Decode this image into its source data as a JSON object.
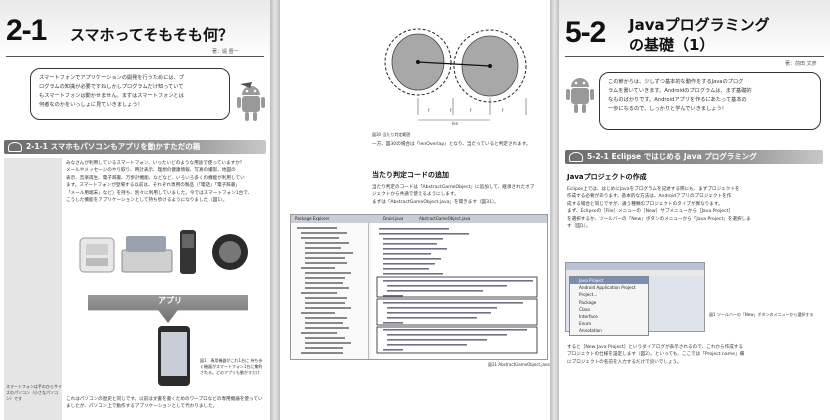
{
  "left_page": {
    "chapter_number": "2-1",
    "chapter_title": "スマホってそもそも何？",
    "author": "著：堀 晋一",
    "intro_lines": [
      "スマートフォンでアプリケーションの開発を行うためには、プ",
      "ログラムの知識が必要ですねしかしプログラムだけ知っていて",
      "もスマートフォンは動かせません。まずはスマートフォンとは",
      "何者なのかをいっしょに見ていきましょう！"
    ],
    "section_title": "2-1-1 スマホもパソコンもアプリを動かすただの箱",
    "body_lines": [
      "みなさんが利用しているスマートフォン、いったいどのような用途で使っていますか？",
      "メールやメッセージのやり取り、時計表示、理想の健康情報、写真の撮影、地図の",
      "表示、音楽再生、電子辞書、万歩計機能、などなど、いろいろ多くの機能が利用してい",
      "ます。スマートフォンが登場する以前は、それぞれ専用の製品（「電話」「電子辞書」",
      "「メール用端末」など）を持ち、別々に利用していました。今ではスマートフォン1台で、",
      "こうした機能をアプリケーションとして持ち歩けるようになりました（図1）。"
    ],
    "arrow_label": "アプリ",
    "fig_caption": "図1　専用機器がこれ1台に 持ち歩く機器がスマートフォン1台に集約される。どのアプリも動かすだけ",
    "side_note": "スマートフォンは手のひらサイズのパソコン（小さなパソコン）です",
    "bottom_line": "これはパソコンの歴史と同じです。以前は文書を書くためのワープロなどの専用機器を使っていましたが、パソコン上で動作するアプリケーションとして代わりました。"
  },
  "middle_page": {
    "dim_labels": [
      "f",
      "f",
      "f",
      "f"
    ],
    "len_label": "len",
    "fig_caption": "図30 当たり判定範囲",
    "body_line": "一方、図30の場合は「lenOverlap」となり、当たっていると判定されます。",
    "section_title": "当たり判定コードの追加",
    "body_lines2": [
      "当たり判定のコードは「AbstractGameObject」に追加して、継承されたオブ",
      "ジェクトから共通で使えるようにします。",
      "まずは「AbstractGameObject.java」を開きます（図31）。"
    ],
    "ide_tabs": [
      "Package Explorer",
      "Droid.java",
      "AbstractGameObject.java"
    ],
    "ide_caption": "図31 AbstractGameObject.java"
  },
  "right_page": {
    "chapter_number": "5-2",
    "chapter_title_line1": "Javaプログラミング",
    "chapter_title_line2": "の基礎（1）",
    "author": "著：前田 文彦",
    "intro_lines": [
      "この節からは、少しずつ基本的な動作をするJavaのプログ",
      "ラムを書いていきます。Androidのプログラムは、まず基礎的",
      "なものばかりです。Androidアプリを作るにあたって基本の",
      "一歩になるので、しっかりと学んでいきましょう！"
    ],
    "section_title": "5-2-1 Eclipse ではじめる Java プログラミング",
    "sub_heading": "Javaプロジェクトの作成",
    "body_lines": [
      "Eclipse上では、はじめにJavaをプログラムを記述する際にも、まずプロジェクトを",
      "作成する必要があります。基本的な方法は、Androidアプリのプロジェクトを作",
      "成する場合と同じですが、違う種類のプロジェクトのタイプが異なります。",
      "まず、Eclipseの［File］メニューの［New］サブメニューから［Java Project］",
      "を選択するか、ツールバーの「New」ボタンのメニューから「Java Project」を選択しま",
      "す（図1）。"
    ],
    "menu_items": [
      "Java Project",
      "Android Application Project",
      "Project...",
      "Package",
      "Class",
      "Interface",
      "Enum",
      "Annotation"
    ],
    "menu_caption": "図1 ツールバーの「New」ボタンのメニューから選択する",
    "bottom_lines": [
      "すると［New Java Project］というダイアログが表示されるので、これから作成する",
      "プロジェクトの仕様を設定します（図2）。といっても、ここでは「Project name」欄",
      "にプロジェクトの名前を入力するだけで良いでしょう。"
    ]
  },
  "colors": {
    "section_bar": "#777777",
    "page": "#ffffff",
    "gutter": "#bdbdbd"
  }
}
